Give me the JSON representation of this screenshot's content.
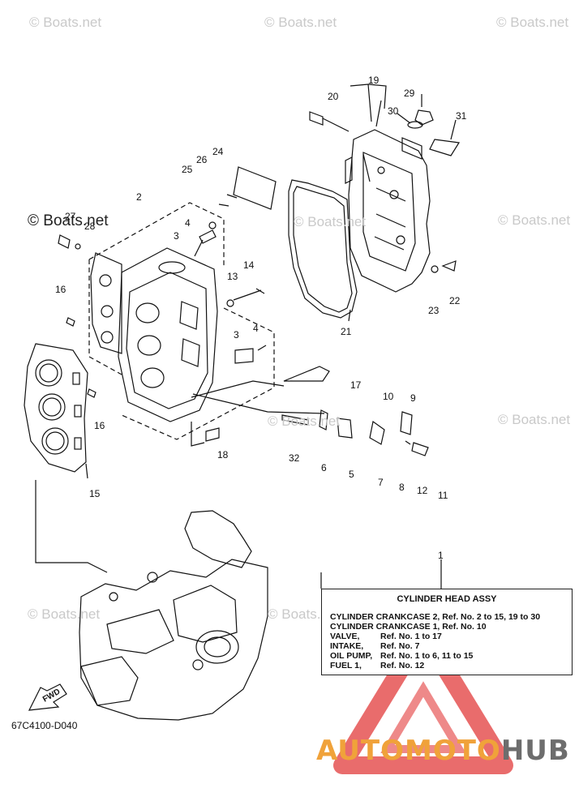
{
  "watermarks": [
    "© Boats.net",
    "© Boats.net",
    "© Boats.net",
    "© Boats.net",
    "© Boats.net",
    "© Boats.net",
    "© Boats.net",
    "© Boats.net",
    "© Boats.net",
    "© Boats.net"
  ],
  "refs": [
    "1",
    "2",
    "3",
    "3",
    "4",
    "4",
    "5",
    "6",
    "7",
    "8",
    "9",
    "10",
    "11",
    "12",
    "13",
    "14",
    "15",
    "16",
    "16",
    "17",
    "18",
    "19",
    "20",
    "21",
    "22",
    "23",
    "24",
    "25",
    "26",
    "27",
    "28",
    "29",
    "30",
    "31",
    "32"
  ],
  "legend": {
    "title": "CYLINDER HEAD ASSY",
    "rows": [
      {
        "label": "CYLINDER CRANKCASE 2,",
        "value": "Ref. No. 2 to 15, 19 to 30"
      },
      {
        "label": "CYLINDER CRANKCASE 1,",
        "value": "Ref. No. 10"
      },
      {
        "label": "VALVE,",
        "value": "Ref. No. 1 to 17"
      },
      {
        "label": "INTAKE,",
        "value": "Ref. No. 7"
      },
      {
        "label": "OIL PUMP,",
        "value": "Ref. No. 1 to 6, 11 to 15"
      },
      {
        "label": "FUEL 1,",
        "value": "Ref. No. 12"
      }
    ]
  },
  "fwd_label": "FWD",
  "diagram_code": "67C4100-D040",
  "brand": {
    "part1": "AUTO",
    "part2": "MOTO",
    "part3": "HUB"
  },
  "colors": {
    "line": "#111111",
    "watermark": "#c9c9c9",
    "brand_orange": "#f0a23a",
    "brand_gray": "#6d6d6d",
    "logo_red": "#e23b3b"
  }
}
